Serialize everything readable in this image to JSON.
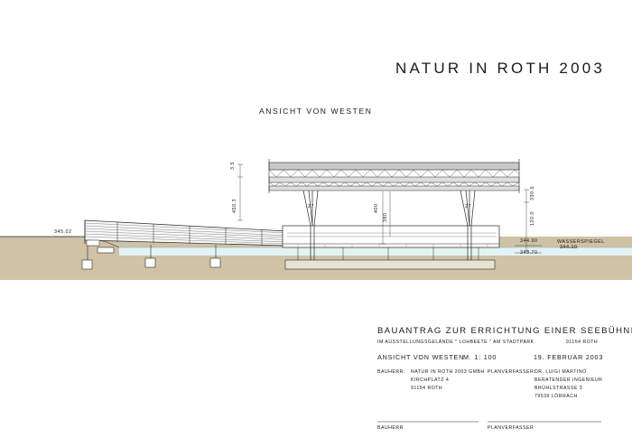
{
  "drawing": {
    "title": "NATUR IN ROTH 2003",
    "view_title": "ANSICHT VON WESTEN",
    "dimensions": {
      "level_left": "345.02",
      "water_top": "344.90",
      "water_mid": "344.10",
      "water_label": "WASSERSPIEGEL",
      "base_level": "343.70",
      "dim_roof": "3.5",
      "dim_total": "450.3",
      "dim_col_a": "400",
      "dim_col_b": "380",
      "dim_right_a": "330.5",
      "dim_right_b": "120.0",
      "dim_small_a": "27",
      "dim_small_b": "27"
    }
  },
  "title_block": {
    "heading": "BAUANTRAG ZUR ERRICHTUNG EINER SEEBÜHNE",
    "sub_left": "IM AUSSTELLUNGSGELÄNDE \" LOHBEETE \" AM STADTPARK",
    "sub_right": "91154 ROTH",
    "view": "ANSICHT VON WESTEN",
    "scale": "M. 1: 100",
    "date": "19. FEBRUAR 2003",
    "bauherr_label": "BAUHERR:",
    "bauherr_lines": [
      "NATUR IN ROTH 2003 GMBH",
      "KIRCHPLATZ 4",
      "91154 ROTH"
    ],
    "planverfasser_label": "PLANVERFASSER:",
    "planverfasser_lines": [
      "DR. LUIGI MARTINO",
      "BERATENDER INGENIEUR",
      "BRÜHLSTRASSE 3",
      "79539 LÖRRACH"
    ],
    "sign_bauherr": "BAUHERR",
    "sign_planverfasser": "PLANVERFASSER"
  },
  "colors": {
    "ground": "#cfc2a5",
    "water": "#e3f3f4",
    "line": "#2a2a2a",
    "roof_fill": "#c9c9c9"
  }
}
